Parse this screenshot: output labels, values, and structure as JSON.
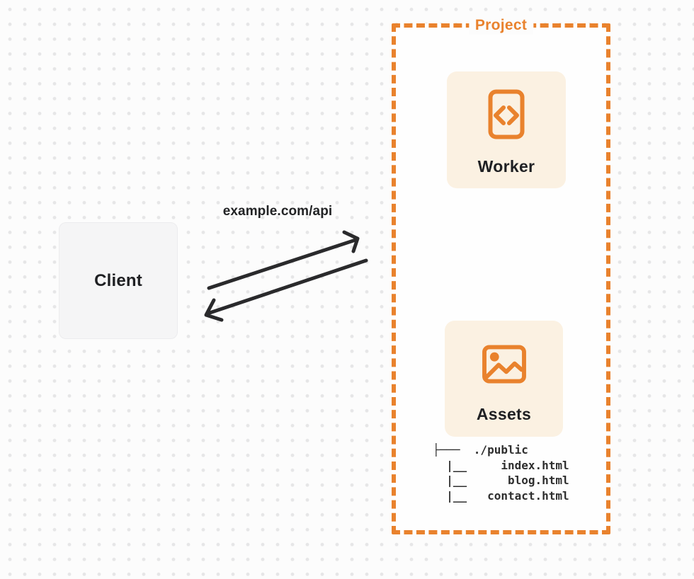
{
  "colors": {
    "accent": "#E9822D",
    "card_bg": "#FBF1E2",
    "arrow": "#2A2A2C",
    "node_bg": "#F5F5F6",
    "page_bg": "#FCFCFC"
  },
  "client": {
    "label": "Client"
  },
  "request": {
    "label": "example.com/api"
  },
  "project": {
    "label": "Project",
    "worker": {
      "label": "Worker",
      "icon": "code-icon"
    },
    "assets": {
      "label": "Assets",
      "icon": "image-icon"
    },
    "file_tree": {
      "text": "├───  ./public\n  |__     index.html\n  |__      blog.html\n  |__   contact.html",
      "entries": [
        "./public",
        "index.html",
        "blog.html",
        "contact.html"
      ]
    }
  }
}
